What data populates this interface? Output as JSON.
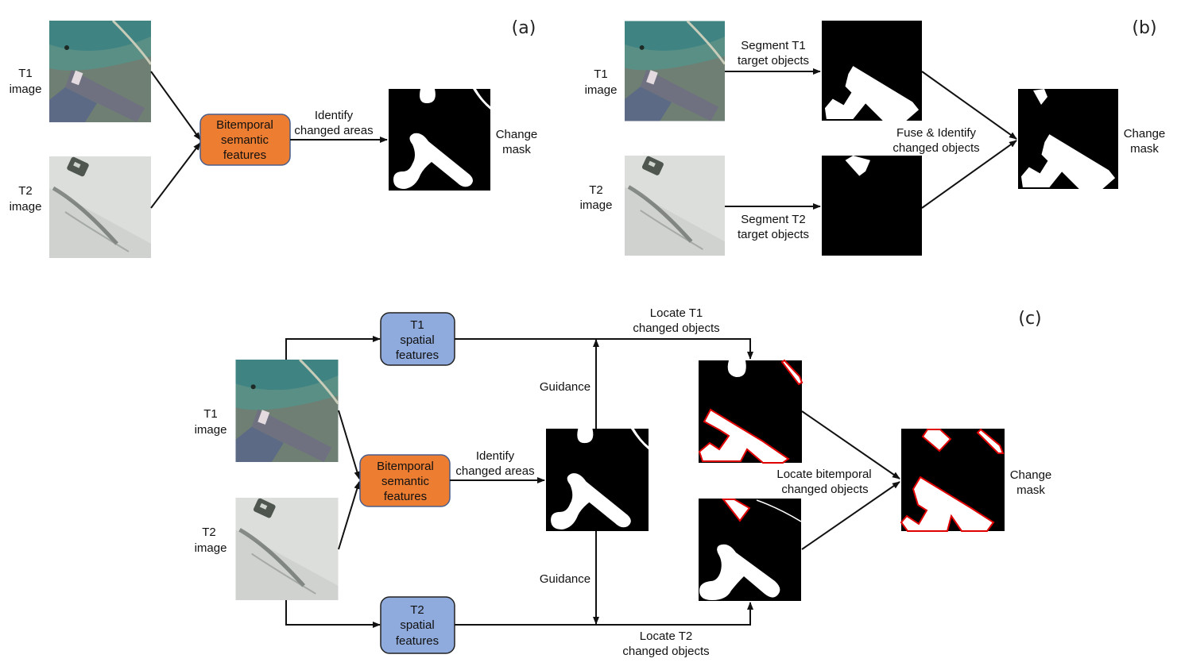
{
  "colors": {
    "semantic_box": "#ED7D31",
    "semantic_border": "#4A5F8C",
    "spatial_box": "#8FAADC",
    "spatial_border": "#222222",
    "mask_bg": "#000000",
    "mask_fg": "#ffffff",
    "outline": "#e00000",
    "t1_tint": "#4a8a88",
    "t2_tint": "#d8dbd8"
  },
  "panel_a": {
    "tag": "(a)",
    "t1_label": [
      "T1",
      "image"
    ],
    "t2_label": [
      "T2",
      "image"
    ],
    "semantic_box": [
      "Bitemporal",
      "semantic",
      "features"
    ],
    "edge_label": [
      "Identify",
      "changed areas"
    ],
    "output_label": [
      "Change",
      "mask"
    ]
  },
  "panel_b": {
    "tag": "(b)",
    "t1_label": [
      "T1",
      "image"
    ],
    "t2_label": [
      "T2",
      "image"
    ],
    "seg_t1": [
      "Segment T1",
      "target objects"
    ],
    "seg_t2": [
      "Segment T2",
      "target objects"
    ],
    "fuse": [
      "Fuse & Identify",
      "changed objects"
    ],
    "output_label": [
      "Change",
      "mask"
    ]
  },
  "panel_c": {
    "tag": "(c)",
    "t1_label": [
      "T1",
      "image"
    ],
    "t2_label": [
      "T2",
      "image"
    ],
    "t1_spatial": [
      "T1",
      "spatial",
      "features"
    ],
    "t2_spatial": [
      "T2",
      "spatial",
      "features"
    ],
    "semantic_box": [
      "Bitemporal",
      "semantic",
      "features"
    ],
    "edge_label": [
      "Identify",
      "changed areas"
    ],
    "guidance_top": "Guidance",
    "guidance_bottom": "Guidance",
    "locate_t1": [
      "Locate T1",
      "changed objects"
    ],
    "locate_t2": [
      "Locate T2",
      "changed objects"
    ],
    "locate_bi": [
      "Locate bitemporal",
      "changed objects"
    ],
    "output_label": [
      "Change",
      "mask"
    ]
  }
}
